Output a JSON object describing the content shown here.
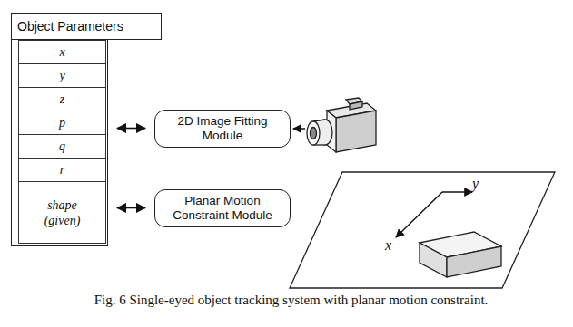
{
  "diagram": {
    "caption": "Fig. 6 Single-eyed object tracking system with planar motion constraint.",
    "nodes": [
      {
        "text": [
          "Object Parameters"
        ]
      },
      {
        "text": [
          "x"
        ],
        "in": 0
      },
      {
        "text": [
          "y"
        ],
        "in": 0
      },
      {
        "text": [
          "z"
        ],
        "in": 0
      },
      {
        "text": [
          "p"
        ],
        "in": 0
      },
      {
        "text": [
          "q"
        ],
        "in": 0
      },
      {
        "text": [
          "r"
        ],
        "in": 0
      },
      {
        "text": [
          "shape (given)"
        ],
        "in": 0
      },
      {
        "text": [
          "2D Image Fitting Module"
        ]
      },
      {
        "text": [
          "Planar Motion Constraint Module"
        ]
      }
    ],
    "edges": [
      {
        "from": 0,
        "to": 8,
        "arrow": "both"
      },
      {
        "from": 0,
        "to": 9,
        "arrow": "both"
      }
    ],
    "labels": [
      "x",
      "y"
    ]
  }
}
